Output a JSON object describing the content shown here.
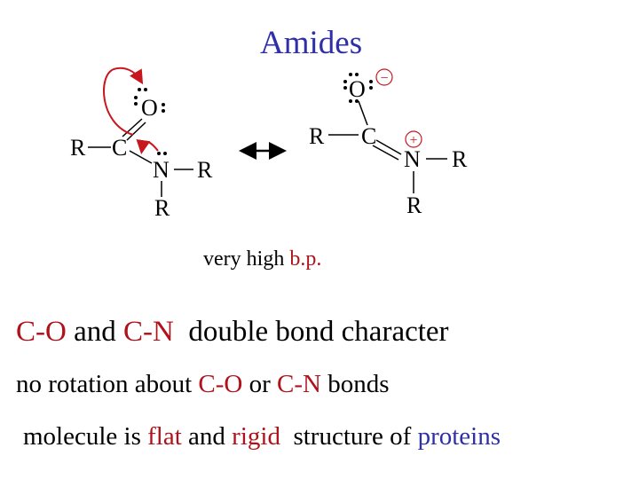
{
  "title": "Amides",
  "structure_left": {
    "o": "O",
    "c": "C",
    "r1": "R",
    "n": "N",
    "r2": "R",
    "r3": "R"
  },
  "structure_right": {
    "o": "O",
    "c": "C",
    "r1": "R",
    "n": "N",
    "r2": "R",
    "r3": "R",
    "minus": "−",
    "plus": "+"
  },
  "note": {
    "prefix": "very high ",
    "highlight": "b.p."
  },
  "line1": {
    "a": "C-O",
    "b": " and ",
    "c": "C-N",
    "d": "  double bond character"
  },
  "line2": {
    "a": "no rotation about ",
    "b": "C-O",
    "c": " or ",
    "d": "C-N",
    "e": " bonds"
  },
  "line3": {
    "a": "molecule is ",
    "b": "flat",
    "c": " and ",
    "d": "rigid",
    "e": "  structure of ",
    "f": "proteins"
  },
  "colors": {
    "red": "#b0121b",
    "blue": "#2f2fa8",
    "arrow": "#c8161d"
  }
}
